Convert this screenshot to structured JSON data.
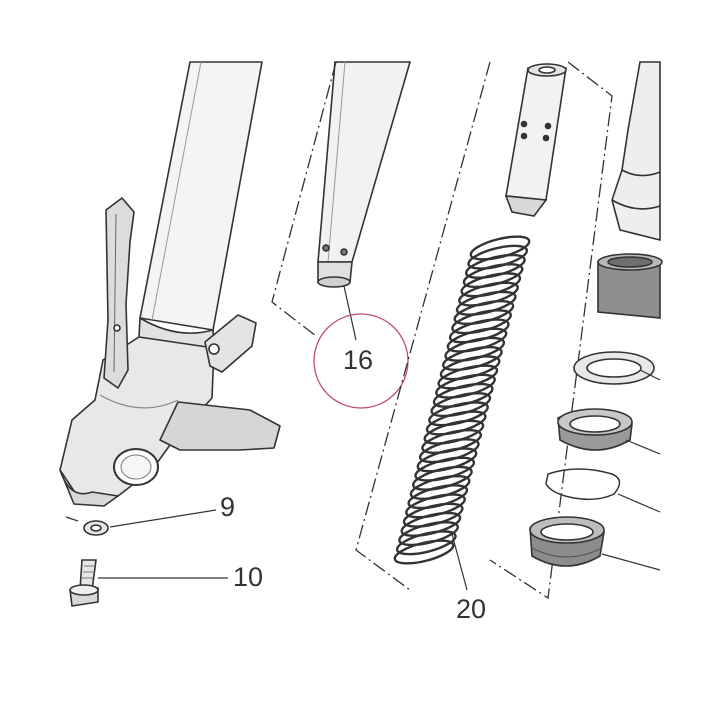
{
  "diagram": {
    "callouts": {
      "part_16": "16",
      "part_9": "9",
      "part_10": "10",
      "part_20": "20"
    },
    "colors": {
      "line": "#333333",
      "part_fill": "#ececec",
      "part_shade": "#bdbdbd",
      "dark_part": "#8a8a8a",
      "highlight_circle": "#c0506a",
      "background": "#ffffff"
    }
  }
}
